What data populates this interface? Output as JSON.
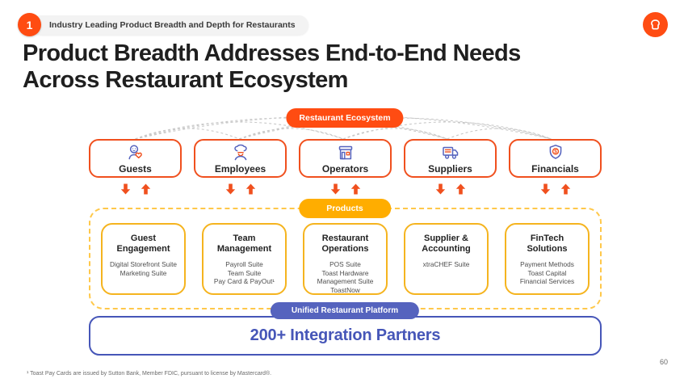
{
  "header": {
    "badge_number": "1",
    "badge_label": "Industry Leading Product Breadth and Depth for Restaurants",
    "title_line1": "Product Breadth Addresses End-to-End Needs",
    "title_line2": "Across Restaurant Ecosystem"
  },
  "diagram": {
    "ecosystem_label": "Restaurant Ecosystem",
    "ecosystem_nodes": [
      {
        "label": "Guests",
        "icon": "person-heart-icon"
      },
      {
        "label": "Employees",
        "icon": "chef-icon"
      },
      {
        "label": "Operators",
        "icon": "storefront-icon"
      },
      {
        "label": "Suppliers",
        "icon": "truck-icon"
      },
      {
        "label": "Financials",
        "icon": "shield-dollar-icon"
      }
    ],
    "products_label": "Products",
    "product_groups": [
      {
        "title": "Guest Engagement",
        "items": [
          "Digital Storefront Suite",
          "Marketing Suite"
        ]
      },
      {
        "title": "Team Management",
        "items": [
          "Payroll Suite",
          "Team Suite",
          "Pay Card & PayOut¹"
        ]
      },
      {
        "title": "Restaurant Operations",
        "items": [
          "POS Suite",
          "Toast Hardware",
          "Management Suite",
          "ToastNow"
        ]
      },
      {
        "title": "Supplier & Accounting",
        "items": [
          "xtraCHEF Suite"
        ]
      },
      {
        "title": "FinTech Solutions",
        "items": [
          "Payment Methods",
          "Toast Capital",
          "Financial Services"
        ]
      }
    ],
    "platform_label": "Unified Restaurant Platform",
    "integration_label": "200+ Integration Partners"
  },
  "footer": {
    "footnote": "¹ Toast Pay Cards are issued by Sutton Bank, Member FDIC, pursuant to license by Mastercard®.",
    "page_number": "60"
  },
  "colors": {
    "orange_pill": "#FF4C12",
    "orange_border": "#F0501E",
    "amber_pill": "#FFAD00",
    "yellow_border": "#F5B41F",
    "yellow_dashed": "#FFC84A",
    "indigo": "#4656B8",
    "indigo_pill": "#5563BE",
    "title_text": "#1F1F1F",
    "connector_gray": "#C9C9C9"
  }
}
